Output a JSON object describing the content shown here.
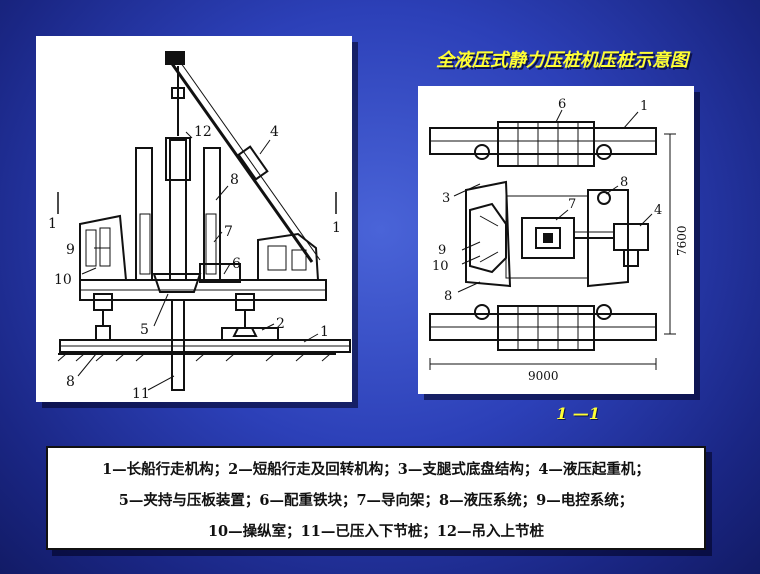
{
  "title": "全液压式静力压桩机压桩示意图",
  "section_label": "1 —1",
  "left_diagram": {
    "callouts": [
      "12",
      "4",
      "8",
      "7",
      "6",
      "9",
      "10",
      "5",
      "2",
      "1",
      "11",
      "8"
    ],
    "section_marks": [
      "1",
      "1"
    ]
  },
  "right_diagram": {
    "callouts": [
      "6",
      "1",
      "3",
      "8",
      "7",
      "4",
      "9",
      "10",
      "8"
    ],
    "dimensions": [
      "9000",
      "7600"
    ]
  },
  "legend": {
    "line1": "1—长船行走机构；2—短船行走及回转机构；3—支腿式底盘结构；4—液压起重机；",
    "line2": "5—夹持与压板装置；6—配重铁块；7—导向架；8—液压系统；9—电控系统；",
    "line3": "10—操纵室；11—已压入下节桩；12—吊入上节桩"
  }
}
